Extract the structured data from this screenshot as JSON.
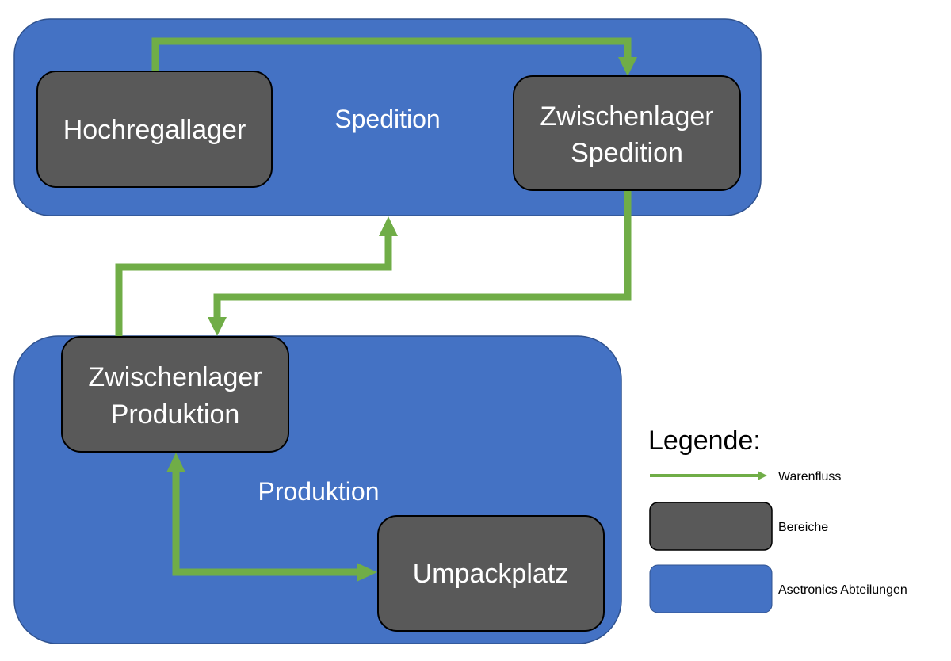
{
  "departments": [
    {
      "id": "spedition",
      "label": "Spedition"
    },
    {
      "id": "produktion",
      "label": "Produktion"
    }
  ],
  "areas": [
    {
      "id": "hochregallager",
      "label": "Hochregallager",
      "lines": [
        "Hochregallager"
      ]
    },
    {
      "id": "zwischenlager-spedition",
      "label": "Zwischenlager Spedition",
      "lines": [
        "Zwischenlager",
        "Spedition"
      ]
    },
    {
      "id": "zwischenlager-produktion",
      "label": "Zwischenlager Produktion",
      "lines": [
        "Zwischenlager",
        "Produktion"
      ]
    },
    {
      "id": "umpackplatz",
      "label": "Umpackplatz",
      "lines": [
        "Umpackplatz"
      ]
    }
  ],
  "flows": [
    {
      "from": "hochregallager",
      "to": "zwischenlager-spedition"
    },
    {
      "from": "zwischenlager-spedition",
      "to": "zwischenlager-produktion"
    },
    {
      "from": "zwischenlager-produktion",
      "to": "spedition"
    },
    {
      "from": "zwischenlager-produktion",
      "to": "umpackplatz",
      "bidirectional": true
    }
  ],
  "legend": {
    "title": "Legende:",
    "items": [
      {
        "type": "arrow",
        "label": "Warenfluss"
      },
      {
        "type": "area",
        "label": "Bereiche"
      },
      {
        "type": "department",
        "label": "Asetronics Abteilungen"
      }
    ]
  },
  "colors": {
    "department": "#4472c4",
    "area": "#595959",
    "flow": "#70ad47"
  }
}
